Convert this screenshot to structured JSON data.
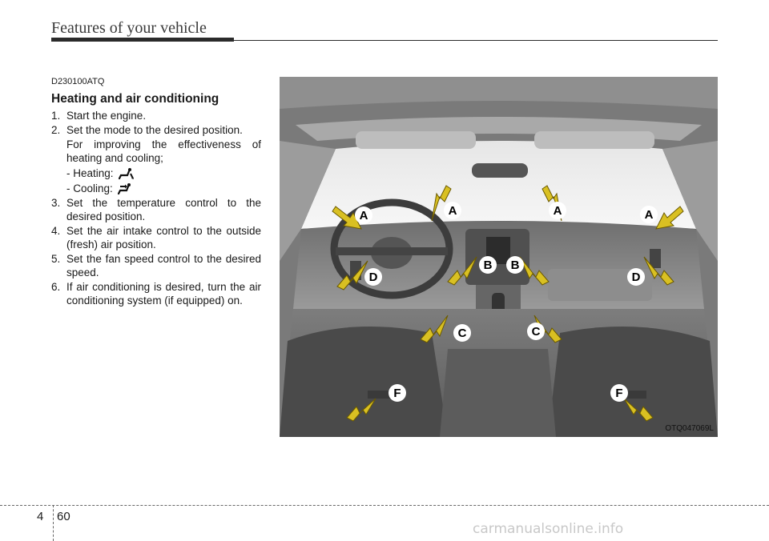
{
  "header": {
    "title": "Features of your vehicle"
  },
  "section": {
    "code": "D230100ATQ",
    "heading": "Heating and air conditioning",
    "steps": [
      {
        "num": "1.",
        "text": "Start the engine."
      },
      {
        "num": "2.",
        "text": "Set the mode to the desired position."
      },
      {
        "num": "3.",
        "text": "Set the temperature control to the desired position."
      },
      {
        "num": "4.",
        "text": "Set the air intake control to the outside (fresh) air position."
      },
      {
        "num": "5.",
        "text": "Set the fan speed control to the desired speed."
      },
      {
        "num": "6.",
        "text": "If air conditioning is desired, turn the air conditioning system (if equipped) on."
      }
    ],
    "step2_detail": "For improving the effectiveness of heating and cooling;",
    "heating_label": "- Heating:",
    "cooling_label": "- Cooling:"
  },
  "figure": {
    "code": "OTQ047069L",
    "labels": {
      "a": "A",
      "b": "B",
      "c": "C",
      "d": "D",
      "f": "F"
    }
  },
  "footer": {
    "chapter": "4",
    "page": "60",
    "watermark": "carmanualsonline.info"
  }
}
